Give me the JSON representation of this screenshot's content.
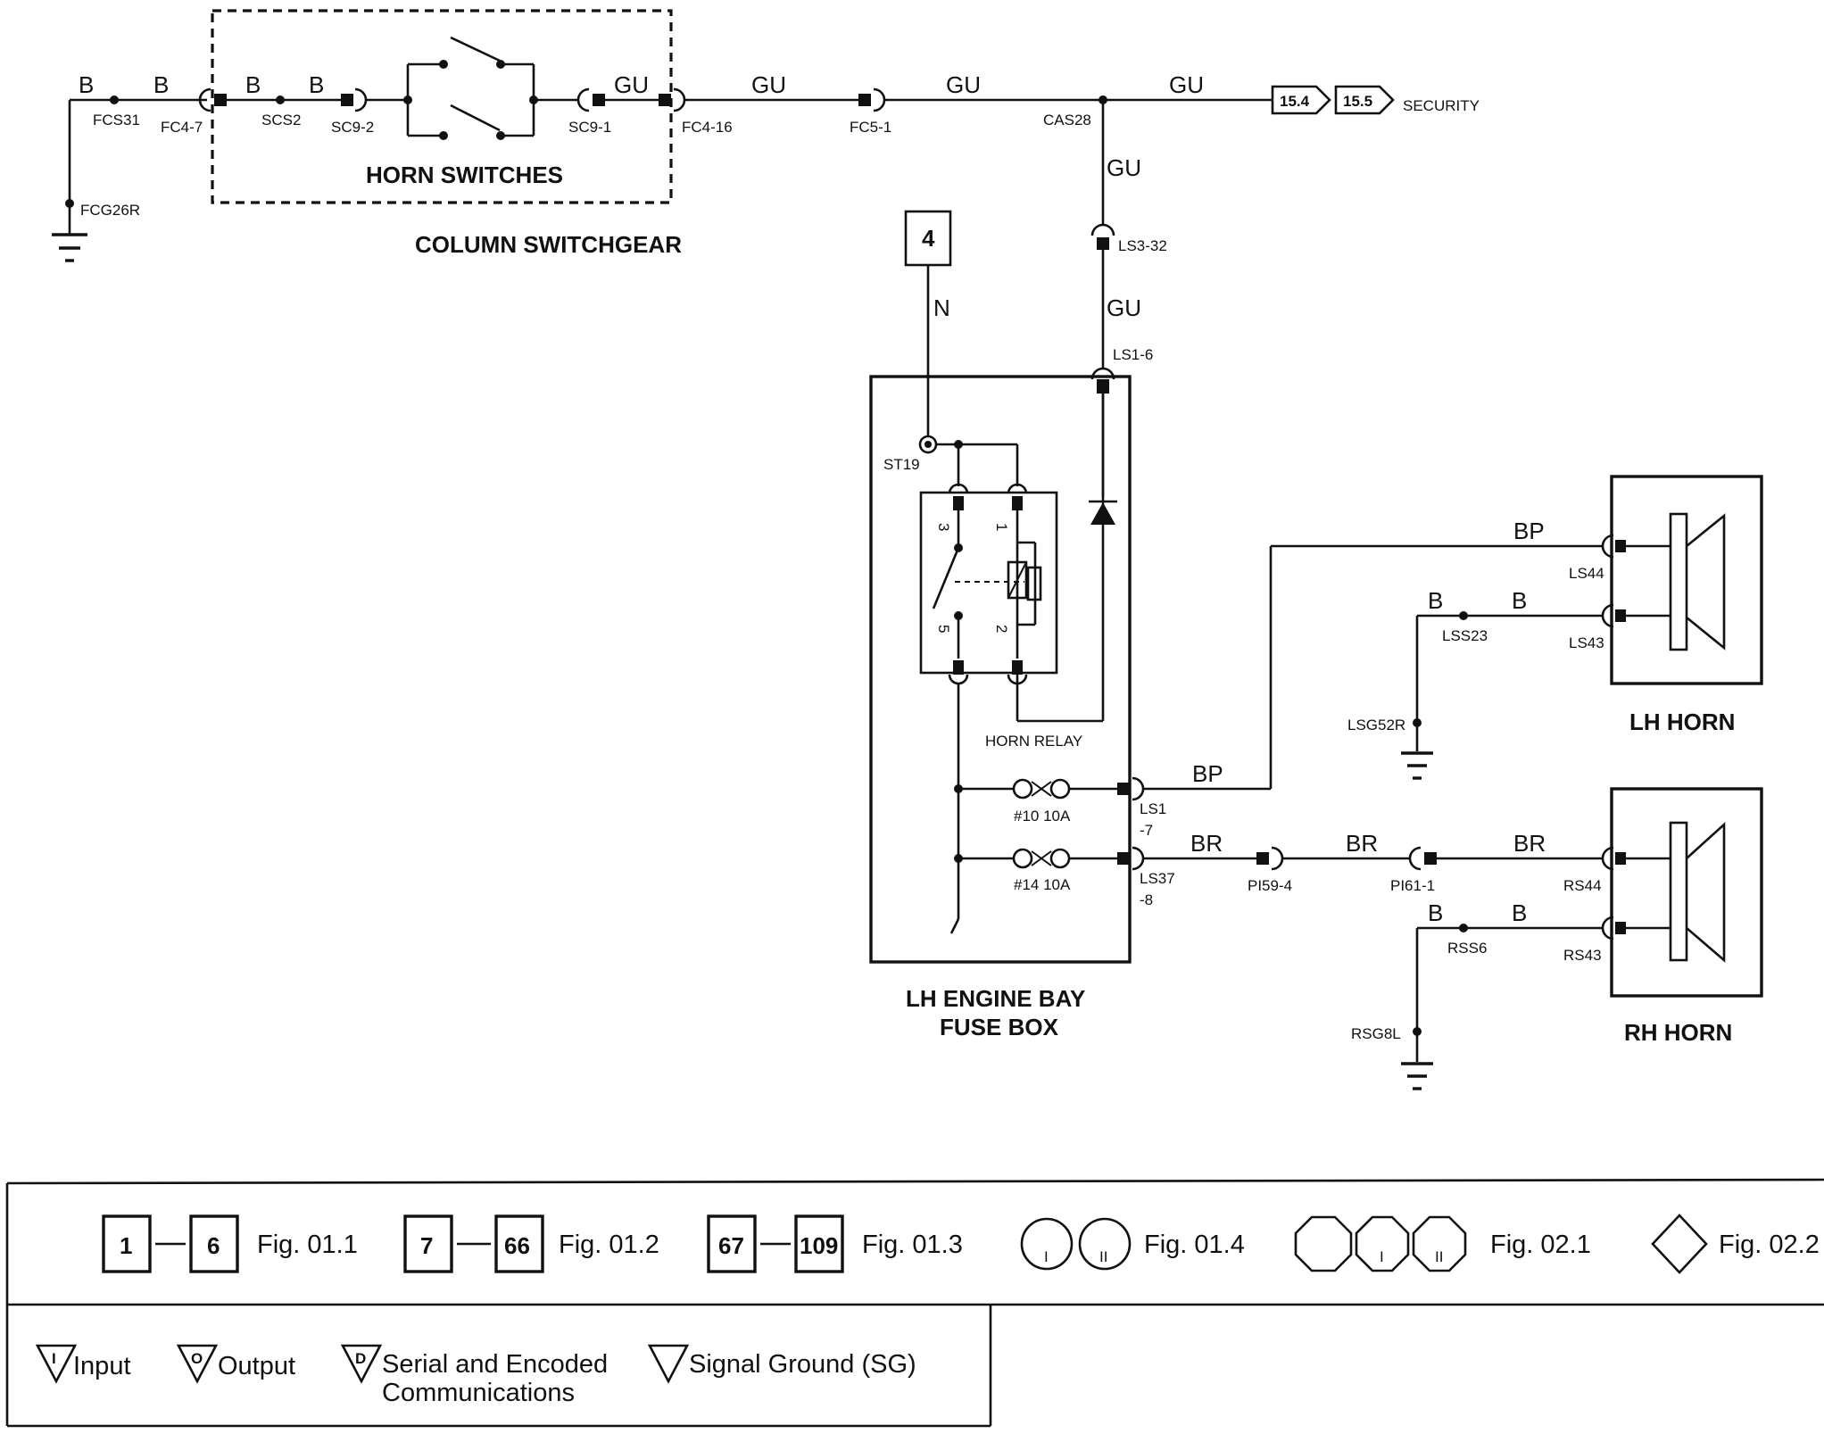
{
  "wires": {
    "b1": "B",
    "b2": "B",
    "b3": "B",
    "b4": "B",
    "gu1": "GU",
    "gu2": "GU",
    "gu3": "GU",
    "gu4": "GU",
    "gu5": "GU",
    "gu6": "GU",
    "n": "N",
    "bp1": "BP",
    "bp2": "BP",
    "br1": "BR",
    "br2": "BR",
    "br3": "BR",
    "lh_b1": "B",
    "lh_b2": "B",
    "rh_b1": "B",
    "rh_b2": "B"
  },
  "connectors": {
    "fcs31": "FCS31",
    "fc4_7": "FC4-7",
    "scs2": "SCS2",
    "sc9_2": "SC9-2",
    "sc9_1": "SC9-1",
    "fc4_16": "FC4-16",
    "fc5_1": "FC5-1",
    "cas28": "CAS28",
    "fcg26r": "FCG26R",
    "ls3_32": "LS3-32",
    "ls1_6": "LS1-6",
    "st19": "ST19",
    "ls44": "LS44",
    "ls43": "LS43",
    "lss23": "LSS23",
    "lsg52r": "LSG52R",
    "ls1": "LS1",
    "ls1_7": "-7",
    "ls37": "LS37",
    "ls37_8": "-8",
    "pi59_4": "PI59-4",
    "pi61_1": "PI61-1",
    "rs44": "RS44",
    "rs43": "RS43",
    "rss6": "RSS6",
    "rsg8l": "RSG8L"
  },
  "labels": {
    "horn_switches": "HORN SWITCHES",
    "column_switchgear": "COLUMN SWITCHGEAR",
    "security": "SECURITY",
    "ref_15_4": "15.4",
    "ref_15_5": "15.5",
    "power_ref": "4",
    "horn_relay": "HORN RELAY",
    "fuse10": "#10 10A",
    "fuse14": "#14 10A",
    "fuse_box_line1": "LH ENGINE BAY",
    "fuse_box_line2": "FUSE BOX",
    "lh_horn": "LH HORN",
    "rh_horn": "RH HORN",
    "relay_pin3": "3",
    "relay_pin1": "1",
    "relay_pin5": "5",
    "relay_pin2": "2"
  },
  "legend": {
    "row1": [
      {
        "a": "1",
        "b": "6",
        "fig": "Fig. 01.1"
      },
      {
        "a": "7",
        "b": "66",
        "fig": "Fig. 01.2"
      },
      {
        "a": "67",
        "b": "109",
        "fig": "Fig. 01.3"
      }
    ],
    "circles": {
      "i": "I",
      "ii": "II",
      "fig": "Fig. 01.4"
    },
    "octagons": {
      "i": "I",
      "ii": "II",
      "fig": "Fig. 02.1"
    },
    "diamond": {
      "fig": "Fig. 02.2"
    },
    "row2": {
      "input_mark": "I",
      "input": "Input",
      "output_mark": "O",
      "output": "Output",
      "serial_mark": "D",
      "serial_line1": "Serial and Encoded",
      "serial_line2": "Communications",
      "sg": "Signal Ground (SG)"
    }
  }
}
